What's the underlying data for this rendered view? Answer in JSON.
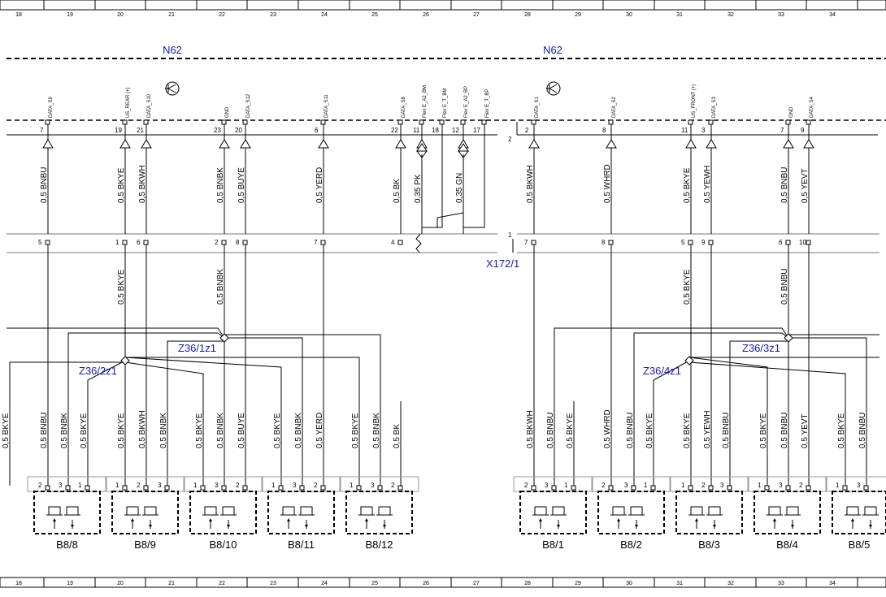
{
  "ruler": [
    "18",
    "19",
    "20",
    "21",
    "22",
    "23",
    "24",
    "25",
    "26",
    "27",
    "28",
    "29",
    "30",
    "31",
    "32",
    "33",
    "34"
  ],
  "modules": {
    "left": "N62",
    "right": "N62"
  },
  "connector": {
    "side_pin_top": "2",
    "side_pin_bottom": "1",
    "label": "X172/1"
  },
  "ecu_pins": [
    {
      "pin": "7",
      "signal": "DATA_S9",
      "wire": "0,5 BNBU"
    },
    {
      "pin": "19",
      "signal": "US_REAR (+)",
      "wire": "0,5 BKYE"
    },
    {
      "pin": "21",
      "signal": "DATA_S10",
      "wire": "0,5 BKWH"
    },
    {
      "pin": "23",
      "signal": "GND",
      "wire": "0,5 BNBK"
    },
    {
      "pin": "20",
      "signal": "DATA_S12",
      "wire": "0,5 BUYE"
    },
    {
      "pin": "6",
      "signal": "DATA_S11",
      "wire": "0,5 YERD"
    },
    {
      "pin": "22",
      "signal": "DATA_S8",
      "wire": "0,5 BK"
    },
    {
      "pin": "11",
      "signal": "Flex E_A2_BM",
      "wire": "0,35 PK"
    },
    {
      "pin": "18",
      "signal": "Flex E_T_BM",
      "wire": ""
    },
    {
      "pin": "12",
      "signal": "Flex E_A2_BP",
      "wire": "0,35 GN"
    },
    {
      "pin": "17",
      "signal": "Flex E_T_BP",
      "wire": ""
    },
    {
      "pin": "2",
      "signal": "DATA_S1",
      "wire": "0,5 BKWH"
    },
    {
      "pin": "8",
      "signal": "DATA_S2",
      "wire": "0,5 WHRD"
    },
    {
      "pin": "11",
      "signal": "US_FRONT (+)",
      "wire": "0,5 BKYE"
    },
    {
      "pin": "3",
      "signal": "DATA_S3",
      "wire": "0,5 YEWH"
    },
    {
      "pin": "7",
      "signal": "GND",
      "wire": "0,5 BNBU"
    },
    {
      "pin": "9",
      "signal": "DATA_S4",
      "wire": "0,5 YEVT"
    }
  ],
  "conn_pins": [
    {
      "pin": "5",
      "wire": ""
    },
    {
      "pin": "1",
      "wire": "0,5 BKYE"
    },
    {
      "pin": "6",
      "wire": ""
    },
    {
      "pin": "2",
      "wire": "0,5 BNBK"
    },
    {
      "pin": "8",
      "wire": ""
    },
    {
      "pin": "7",
      "wire": ""
    },
    {
      "pin": "4",
      "wire": ""
    },
    {
      "pin": "7",
      "wire": ""
    },
    {
      "pin": "8",
      "wire": ""
    },
    {
      "pin": "5",
      "wire": "0,5 BKYE"
    },
    {
      "pin": "9",
      "wire": ""
    },
    {
      "pin": "6",
      "wire": "0,5 BNBU"
    },
    {
      "pin": "10",
      "wire": ""
    }
  ],
  "splices": [
    {
      "label": "Z36/1z1"
    },
    {
      "label": "Z36/2z1"
    },
    {
      "label": "Z36/3z1"
    },
    {
      "label": "Z36/4z1"
    }
  ],
  "sensor_wires": [
    "0,5 BKYE",
    "0,5 BNBU",
    "0,5 BNBK",
    "0,5 BKYE",
    "0,5 BKYE",
    "0,5 BKWH",
    "0,5 BNBK",
    "0,5 BKYE",
    "0,5 BNBK",
    "0,5 BUYE",
    "0,5 BKYE",
    "0,5 BNBK",
    "0,5 YERD",
    "0,5 BKYE",
    "0,5 BNBK",
    "0,5 BK",
    "0,5 BKWH",
    "0,5 BNBU",
    "0,5 BKYE",
    "0,5 WHRD",
    "0,5 BNBU",
    "0,5 BKYE",
    "0,5 BKYE",
    "0,5 YEWH",
    "0,5 BNBU",
    "0,5 BKYE",
    "0,5 BNBU",
    "0,5 YEVT",
    "0,5 BKYE",
    "0,5 BNBU"
  ],
  "sensors": [
    {
      "name": "B8/8",
      "pins": [
        "2",
        "3",
        "1"
      ]
    },
    {
      "name": "B8/9",
      "pins": [
        "1",
        "2",
        "3"
      ]
    },
    {
      "name": "B8/10",
      "pins": [
        "1",
        "3",
        "2"
      ]
    },
    {
      "name": "B8/11",
      "pins": [
        "1",
        "3",
        "2"
      ]
    },
    {
      "name": "B8/12",
      "pins": [
        "1",
        "3",
        "2"
      ]
    },
    {
      "name": "B8/1",
      "pins": [
        "2",
        "3",
        "1"
      ]
    },
    {
      "name": "B8/2",
      "pins": [
        "2",
        "3",
        "1"
      ]
    },
    {
      "name": "B8/3",
      "pins": [
        "1",
        "2",
        "3"
      ]
    },
    {
      "name": "B8/4",
      "pins": [
        "1",
        "3",
        "2"
      ]
    },
    {
      "name": "B8/5",
      "pins": [
        "1",
        "3"
      ]
    }
  ]
}
